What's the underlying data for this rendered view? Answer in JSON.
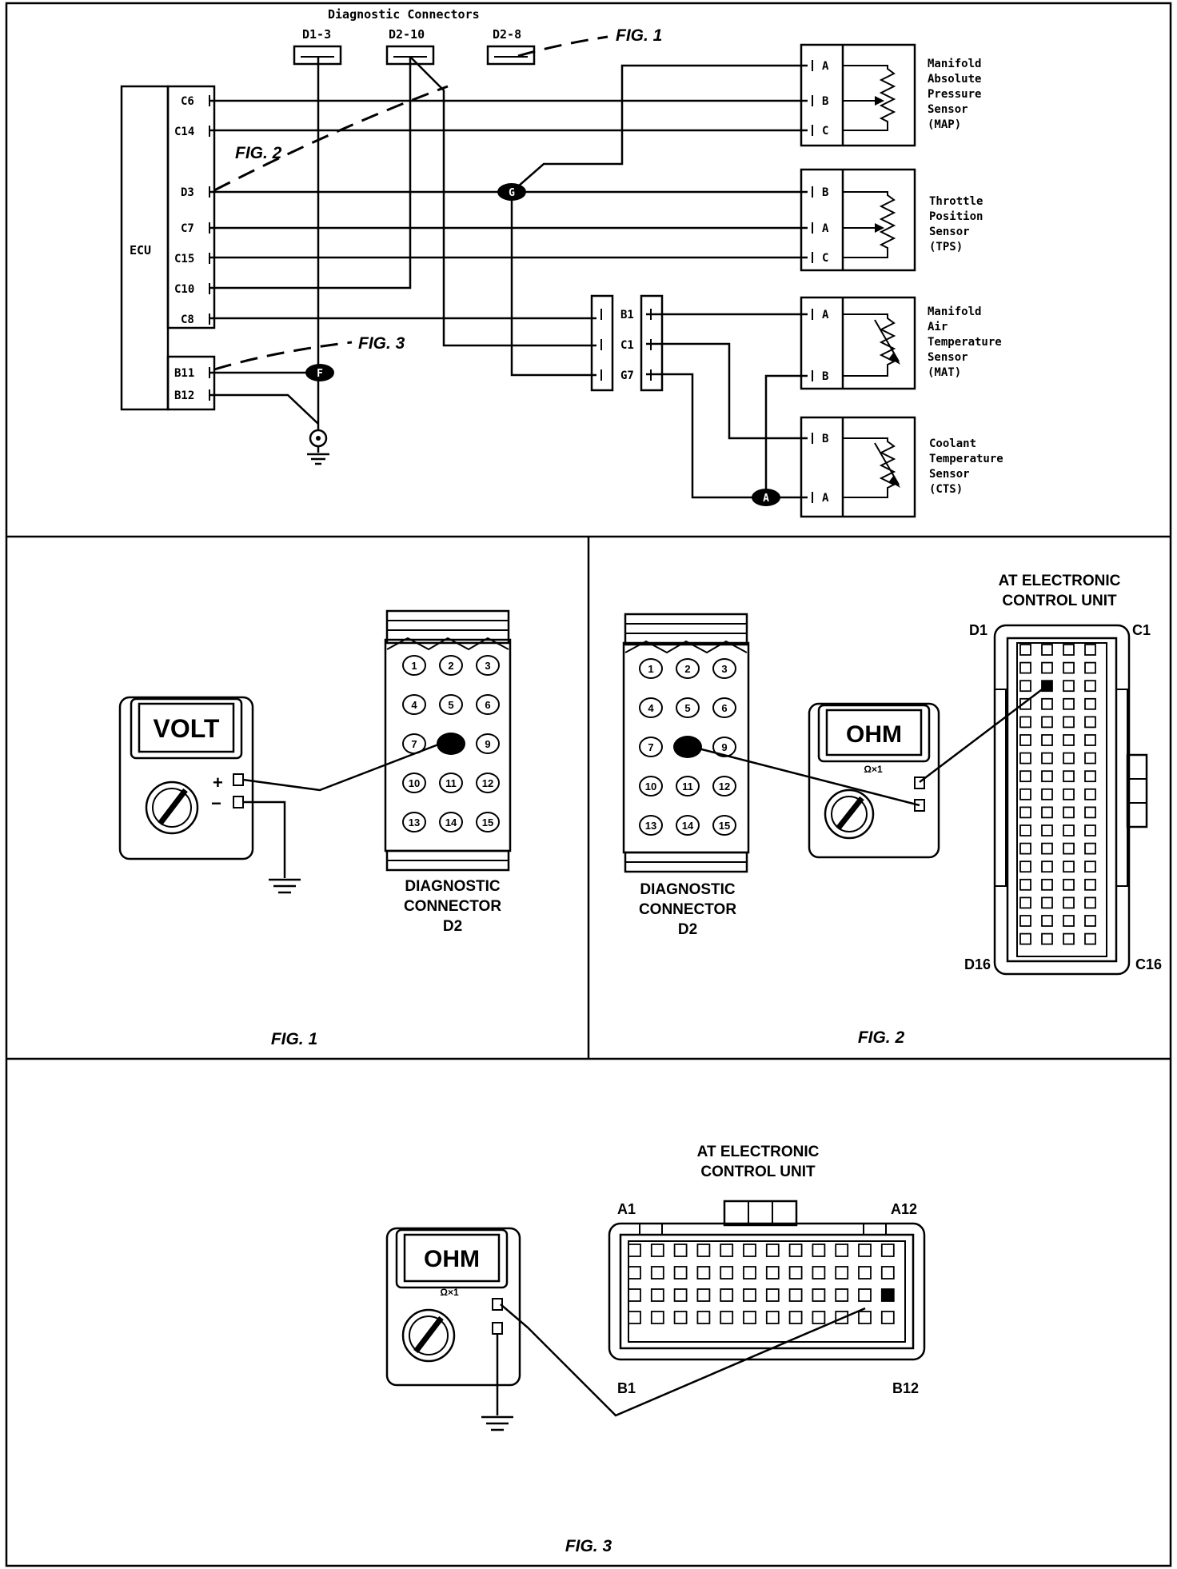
{
  "schematic": {
    "diag_title": "Diagnostic Connectors",
    "connectors": [
      "D1-3",
      "D2-10",
      "D2-8"
    ],
    "ecu_label": "ECU",
    "ecu_pins": [
      "C6",
      "C14",
      "D3",
      "C7",
      "C15",
      "C10",
      "C8",
      "B11",
      "B12"
    ],
    "fig_callouts": [
      "FIG. 1",
      "FIG. 2",
      "FIG. 3"
    ],
    "splices": [
      "G",
      "F",
      "A"
    ],
    "inline_pins": [
      "B1",
      "C1",
      "G7"
    ],
    "sensors": [
      {
        "pins": [
          "A",
          "B",
          "C"
        ],
        "label": [
          "Manifold",
          "Absolute",
          "Pressure",
          "Sensor",
          "(MAP)"
        ]
      },
      {
        "pins": [
          "B",
          "A",
          "C"
        ],
        "label": [
          "Throttle",
          "Position",
          "Sensor",
          "(TPS)"
        ]
      },
      {
        "pins": [
          "A",
          "B"
        ],
        "label": [
          "Manifold",
          "Air",
          "Temperature",
          "Sensor",
          "(MAT)"
        ]
      },
      {
        "pins": [
          "B",
          "A"
        ],
        "label": [
          "Coolant",
          "Temperature",
          "Sensor",
          "(CTS)"
        ]
      }
    ]
  },
  "fig1": {
    "meter_display": "VOLT",
    "plus": "+",
    "minus": "−",
    "connector_pins": [
      "1",
      "2",
      "3",
      "4",
      "5",
      "6",
      "7",
      "",
      "9",
      "10",
      "11",
      "12",
      "13",
      "14",
      "15"
    ],
    "connector_label": [
      "DIAGNOSTIC",
      "CONNECTOR",
      "D2"
    ],
    "caption": "FIG. 1"
  },
  "fig2": {
    "meter_display": "OHM",
    "range": "Ω×1",
    "connector_pins": [
      "1",
      "2",
      "3",
      "4",
      "5",
      "6",
      "7",
      "",
      "9",
      "10",
      "11",
      "12",
      "13",
      "14",
      "15"
    ],
    "connector_label": [
      "DIAGNOSTIC",
      "CONNECTOR",
      "D2"
    ],
    "ecu_title": [
      "AT ELECTRONIC",
      "CONTROL UNIT"
    ],
    "corners": {
      "tl": "D1",
      "tr": "C1",
      "bl": "D16",
      "br": "C16"
    },
    "caption": "FIG. 2"
  },
  "fig3": {
    "meter_display": "OHM",
    "range": "Ω×1",
    "ecu_title": [
      "AT ELECTRONIC",
      "CONTROL UNIT"
    ],
    "corners": {
      "tl": "A1",
      "tr": "A12",
      "bl": "B1",
      "br": "B12"
    },
    "caption": "FIG. 3"
  }
}
